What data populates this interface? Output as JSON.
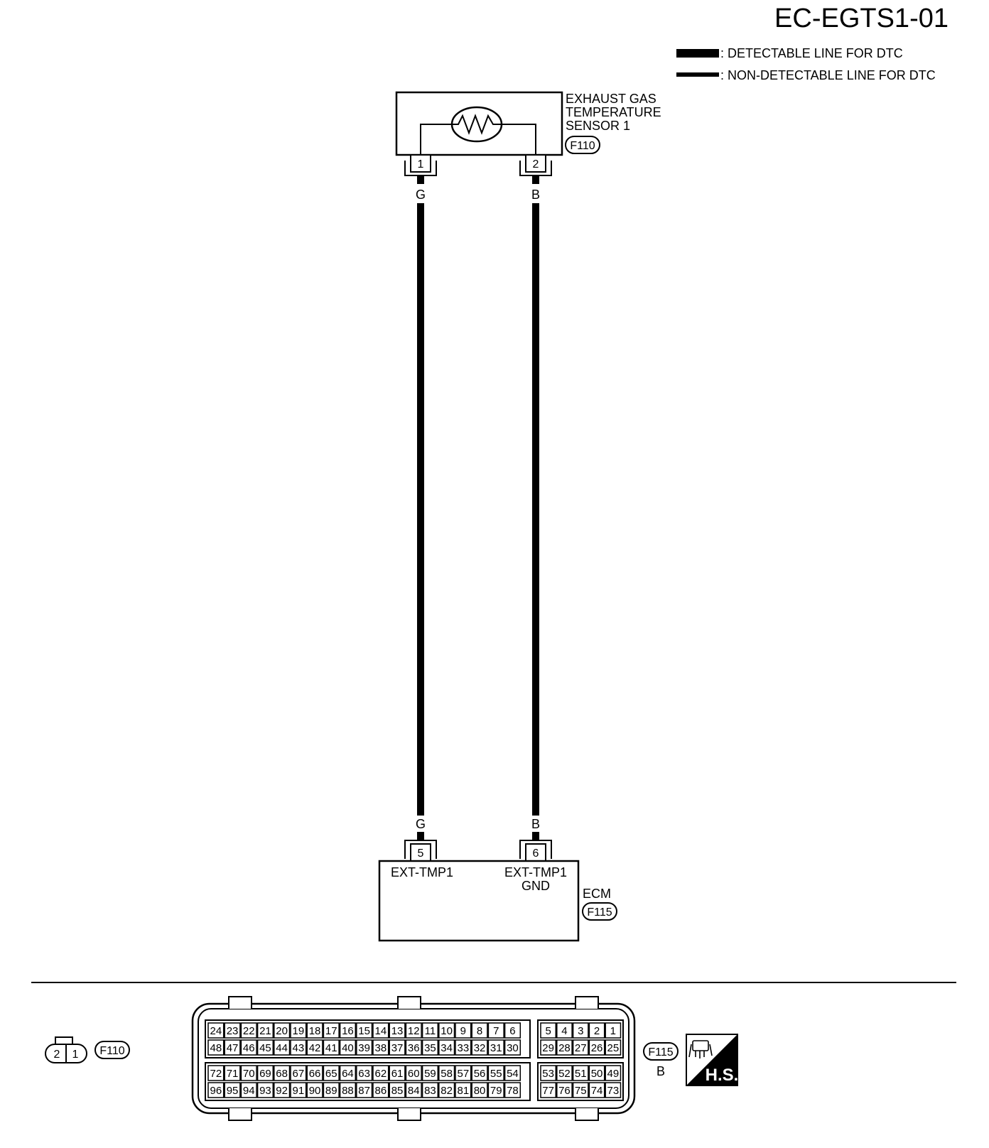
{
  "header": {
    "diagram_code": "EC-EGTS1-01"
  },
  "legend": {
    "detectable": ": DETECTABLE LINE FOR DTC",
    "non_detectable": ": NON-DETECTABLE LINE FOR DTC"
  },
  "sensor": {
    "name_lines": [
      "EXHAUST GAS",
      "TEMPERATURE",
      "SENSOR 1"
    ],
    "connector_id": "F110",
    "pins": [
      "1",
      "2"
    ]
  },
  "wires": [
    {
      "color_code": "G",
      "from_pin": "1",
      "to_pin": "5"
    },
    {
      "color_code": "B",
      "from_pin": "2",
      "to_pin": "6"
    }
  ],
  "ecm": {
    "name": "ECM",
    "connector_id": "F115",
    "pins": [
      "5",
      "6"
    ],
    "terminal_labels": [
      "EXT-TMP1",
      "EXT-TMP1",
      "GND"
    ]
  },
  "connector_views": {
    "f110": {
      "id": "F110",
      "cavities": [
        "2",
        "1"
      ]
    },
    "f115": {
      "id": "F115",
      "color_code": "B",
      "main_rows": [
        [
          "24",
          "23",
          "22",
          "21",
          "20",
          "19",
          "18",
          "17",
          "16",
          "15",
          "14",
          "13",
          "12",
          "11",
          "10",
          "9",
          "8",
          "7",
          "6"
        ],
        [
          "48",
          "47",
          "46",
          "45",
          "44",
          "43",
          "42",
          "41",
          "40",
          "39",
          "38",
          "37",
          "36",
          "35",
          "34",
          "33",
          "32",
          "31",
          "30"
        ],
        [
          "72",
          "71",
          "70",
          "69",
          "68",
          "67",
          "66",
          "65",
          "64",
          "63",
          "62",
          "61",
          "60",
          "59",
          "58",
          "57",
          "56",
          "55",
          "54"
        ],
        [
          "96",
          "95",
          "94",
          "93",
          "92",
          "91",
          "90",
          "89",
          "88",
          "87",
          "86",
          "85",
          "84",
          "83",
          "82",
          "81",
          "80",
          "79",
          "78"
        ]
      ],
      "side_rows": [
        [
          "5",
          "4",
          "3",
          "2",
          "1"
        ],
        [
          "29",
          "28",
          "27",
          "26",
          "25"
        ],
        [
          "53",
          "52",
          "51",
          "50",
          "49"
        ],
        [
          "77",
          "76",
          "75",
          "74",
          "73"
        ]
      ]
    },
    "hs_badge": "H.S."
  }
}
